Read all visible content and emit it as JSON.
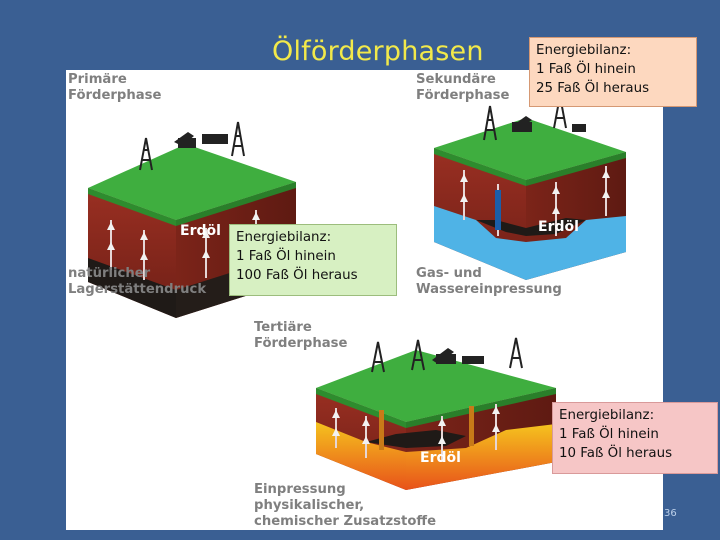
{
  "slide": {
    "title": "Ölförderphasen",
    "page_number": "36"
  },
  "phases": [
    {
      "heading": "Primäre\nFörderphase",
      "oil_label": "Erdöl",
      "caption": "natürlicher\nLagerstättendruck"
    },
    {
      "heading": "Sekundäre\nFörderphase",
      "oil_label": "Erdöl",
      "caption": "Gas- und\nWassereinpressung"
    },
    {
      "heading": "Tertiäre\nFörderphase",
      "oil_label": "Erdöl",
      "caption": "Einpressung\nphysikalischer,\nchemischer Zusatzstoffe"
    }
  ],
  "callouts": [
    {
      "line1": "Energiebilanz:",
      "line2": "1 Faß Öl hinein",
      "line3": "100 Faß Öl heraus",
      "color": "#d7f0c2"
    },
    {
      "line1": "Energiebilanz:",
      "line2": "1 Faß Öl hinein",
      "line3": "25 Faß Öl heraus",
      "color": "#fdd8bf"
    },
    {
      "line1": "Energiebilanz:",
      "line2": "1 Faß Öl hinein",
      "line3": "10 Faß Öl heraus",
      "color": "#f6c6c6"
    }
  ],
  "colors": {
    "background": "#3a5f93",
    "title": "#f2e94a",
    "grass": "#3fae3f",
    "rock": "#8b2a1e",
    "oil": "#1f1a17",
    "water": "#4fb3e6",
    "chemicals": "#f0a020"
  }
}
